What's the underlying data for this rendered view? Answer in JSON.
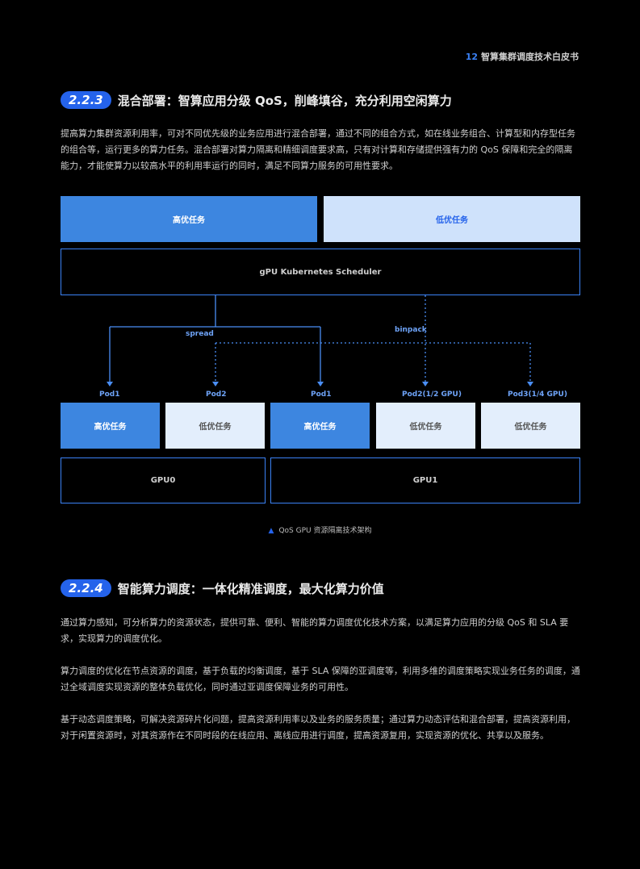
{
  "header": {
    "page_num": "12",
    "title": "智算集群调度技术白皮书"
  },
  "section1": {
    "num": "2.2.3",
    "title": "混合部署：智算应用分级 QoS，削峰填谷，充分利用空闲算力",
    "para": "提高算力集群资源利用率，可对不同优先级的业务应用进行混合部署，通过不同的组合方式，如在线业务组合、计算型和内存型任务的组合等，运行更多的算力任务。混合部署对算力隔离和精细调度要求高，只有对计算和存储提供强有力的 QoS 保障和完全的隔离能力，才能使算力以较高水平的利用率运行的同时，满足不同算力服务的可用性要求。"
  },
  "diagram": {
    "high_task": "高优任务",
    "low_task": "低优任务",
    "scheduler": "gPU Kubernetes Scheduler",
    "spread": "spread",
    "binpack": "binpack",
    "pods": [
      "Pod1",
      "Pod2",
      "Pod1",
      "Pod2(1/2 GPU)",
      "Pod3(1/4 GPU)"
    ],
    "pod_tasks": [
      "高优任务",
      "低优任务",
      "高优任务",
      "低优任务",
      "低优任务"
    ],
    "gpu0": "GPU0",
    "gpu1": "GPU1",
    "caption": "QoS GPU 资源隔离技术架构"
  },
  "section2": {
    "num": "2.2.4",
    "title": "智能算力调度：一体化精准调度，最大化算力价值",
    "para1": "通过算力感知，可分析算力的资源状态，提供可靠、便利、智能的算力调度优化技术方案，以满足算力应用的分级 QoS 和 SLA 要求，实现算力的调度优化。",
    "para2": "算力调度的优化在节点资源的调度，基于负载的均衡调度，基于 SLA 保障的亚调度等，利用多维的调度策略实现业务任务的调度，通过全域调度实现资源的整体负载优化，同时通过亚调度保障业务的可用性。",
    "para3": "基于动态调度策略，可解决资源碎片化问题，提高资源利用率以及业务的服务质量；通过算力动态评估和混合部署，提高资源利用，对于闲置资源时，对其资源作在不同时段的在线应用、离线应用进行调度，提高资源复用，实现资源的优化、共享以及服务。"
  }
}
